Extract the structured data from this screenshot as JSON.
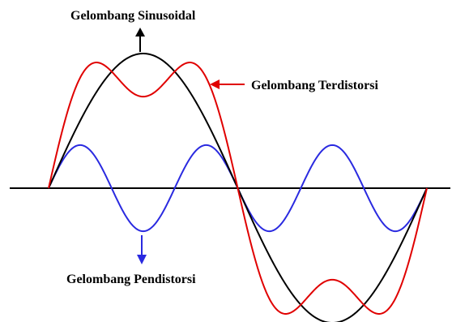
{
  "diagram": {
    "labels": {
      "sinusoidal": "Gelombang Sinusoidal",
      "distorted": "Gelombang Terdistorsi",
      "distortion": "Gelombang Pendistorsi"
    },
    "colors": {
      "axis": "#000000",
      "sinusoidal_wave": "#000000",
      "distorted_wave": "#e00000",
      "distortion_wave": "#2a2ae0",
      "arrow_black": "#000000",
      "arrow_red": "#e00000",
      "arrow_blue": "#2a2ae0"
    },
    "waves": {
      "sinusoidal": {
        "harmonic": 1,
        "relative_amplitude": 1.0
      },
      "distortion": {
        "harmonic": 3,
        "relative_amplitude": 0.32
      },
      "distorted": {
        "components": [
          "sinusoidal",
          "distortion"
        ],
        "relationship": "sum"
      }
    },
    "icons": {
      "sinusoidal_arrow": "up-arrow-icon",
      "distorted_arrow": "left-arrow-icon",
      "distortion_arrow": "down-arrow-icon"
    }
  }
}
